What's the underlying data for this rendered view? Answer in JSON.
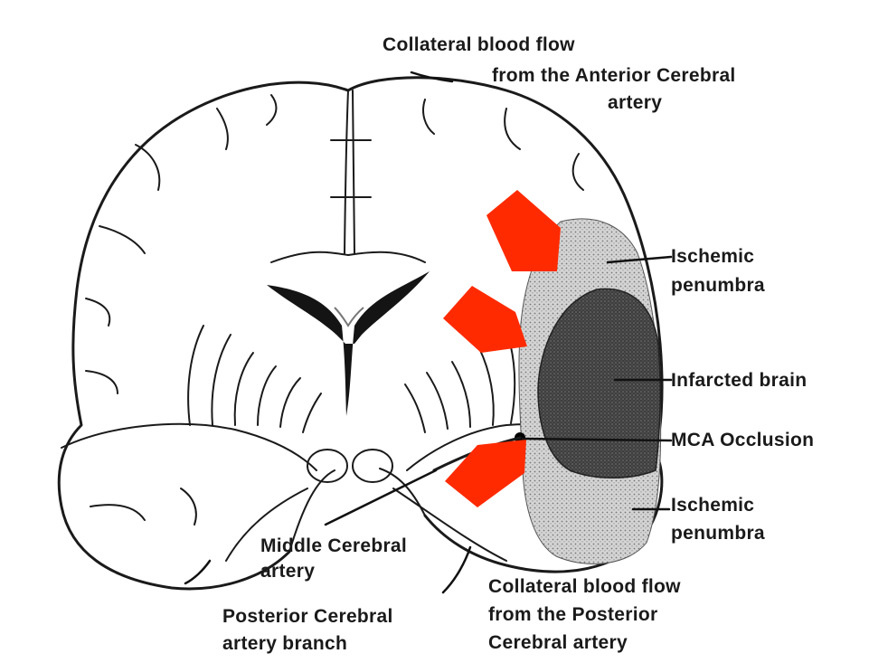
{
  "colors": {
    "arrow": "#ff2a00",
    "ink": "#1a1a1a",
    "penumbra_fill": "#c8c8c8",
    "infarct_fill": "#4a4a4a",
    "background": "#ffffff"
  },
  "labels": {
    "collateral_aca": [
      "Collateral blood flow",
      "from the Anterior Cerebral",
      "artery"
    ],
    "ischemic_penumbra_top": [
      "Ischemic",
      "penumbra"
    ],
    "infarcted_brain": "Infarcted brain",
    "mca_occlusion": "MCA Occlusion",
    "ischemic_penumbra_bottom": [
      "Ischemic",
      "penumbra"
    ],
    "middle_cerebral_artery": [
      "Middle Cerebral",
      "artery"
    ],
    "collateral_pca": [
      "Collateral blood flow",
      "from the Posterior",
      "Cerebral artery"
    ],
    "posterior_cerebral_branch": [
      "Posterior Cerebral",
      "artery branch"
    ]
  },
  "icons": [
    "red-arrow-icon",
    "red-arrow-icon",
    "red-arrow-icon"
  ]
}
